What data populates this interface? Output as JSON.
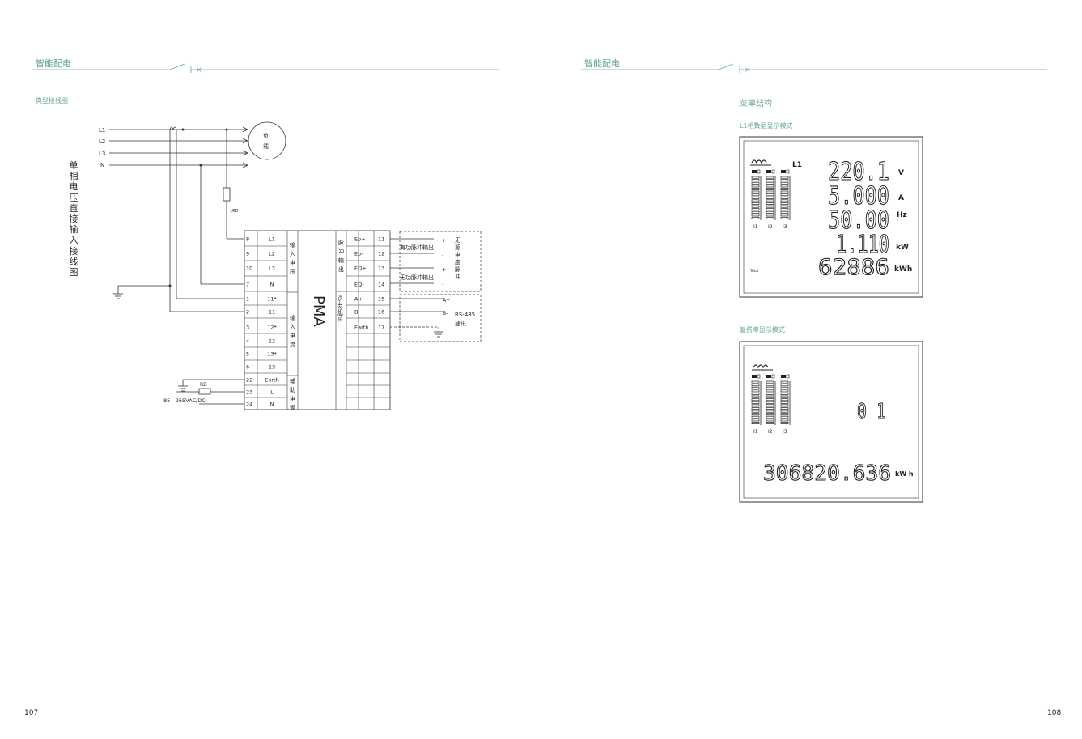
{
  "left_page": {
    "header": "智能配电",
    "section_title": "典型接线图",
    "page_number": "107",
    "vertical_title": "单相电压直接输入接线图",
    "lines": [
      "L1",
      "L2",
      "L3",
      "N"
    ],
    "load_label": [
      "负",
      "载"
    ],
    "fuse_label": "1RD",
    "rd_label": "RD",
    "supply_label": "85—265VAC/DC",
    "device_name": "PMA",
    "left_terminals": [
      {
        "num": "8",
        "name": "L1"
      },
      {
        "num": "9",
        "name": "L2"
      },
      {
        "num": "10",
        "name": "L3"
      },
      {
        "num": "7",
        "name": "N"
      },
      {
        "num": "1",
        "name": "11*"
      },
      {
        "num": "2",
        "name": "11"
      },
      {
        "num": "3",
        "name": "12*"
      },
      {
        "num": "4",
        "name": "12"
      },
      {
        "num": "5",
        "name": "13*"
      },
      {
        "num": "6",
        "name": "13"
      },
      {
        "num": "22",
        "name": "Earth"
      },
      {
        "num": "23",
        "name": "L"
      },
      {
        "num": "24",
        "name": "N"
      }
    ],
    "group_voltage": [
      "输",
      "入",
      "电",
      "压"
    ],
    "group_current": [
      "输",
      "入",
      "电",
      "流"
    ],
    "group_aux": [
      "辅",
      "助",
      "电",
      "源"
    ],
    "group_pulse": [
      "脉",
      "冲",
      "输",
      "出"
    ],
    "group_rs485": "RS-485通讯",
    "right_terminals": [
      {
        "num": "11",
        "name": "Ep+"
      },
      {
        "num": "12",
        "name": "Ep-"
      },
      {
        "num": "13",
        "name": "EQ+"
      },
      {
        "num": "14",
        "name": "EQ-"
      },
      {
        "num": "15",
        "name": "A+"
      },
      {
        "num": "16",
        "name": "B-"
      },
      {
        "num": "17",
        "name": "Earth"
      }
    ],
    "active_pulse": "有功脉冲输出",
    "reactive_pulse": "无功脉冲输出",
    "reactive_box": [
      "无",
      "源",
      "电",
      "度",
      "脉",
      "冲"
    ],
    "rs485_a": "A+",
    "rs485_b": "B-",
    "rs485_box": [
      "RS-485",
      "通讯"
    ],
    "plus": "+",
    "minus": "-"
  },
  "right_page": {
    "header": "智能配电",
    "section_title": "菜单结构",
    "mode1_title": "L1相数据显示模式",
    "mode2_title": "复费率显示模式",
    "page_number": "108",
    "lcd1": {
      "phase": "L1",
      "rows": [
        {
          "value": "220.1",
          "unit": "V"
        },
        {
          "value": "5.000",
          "unit": "A"
        },
        {
          "value": "50.00",
          "unit": "Hz"
        },
        {
          "value": "1.110",
          "unit": "kW"
        },
        {
          "value": "62886",
          "unit": "kWh"
        }
      ],
      "total_label": "Total",
      "bar_labels": [
        "I1",
        "I2",
        "I3"
      ]
    },
    "lcd2": {
      "rate": "0 1",
      "energy": "306820.636",
      "unit": "kW h",
      "bar_labels": [
        "I1",
        "I2",
        "I3"
      ]
    }
  }
}
